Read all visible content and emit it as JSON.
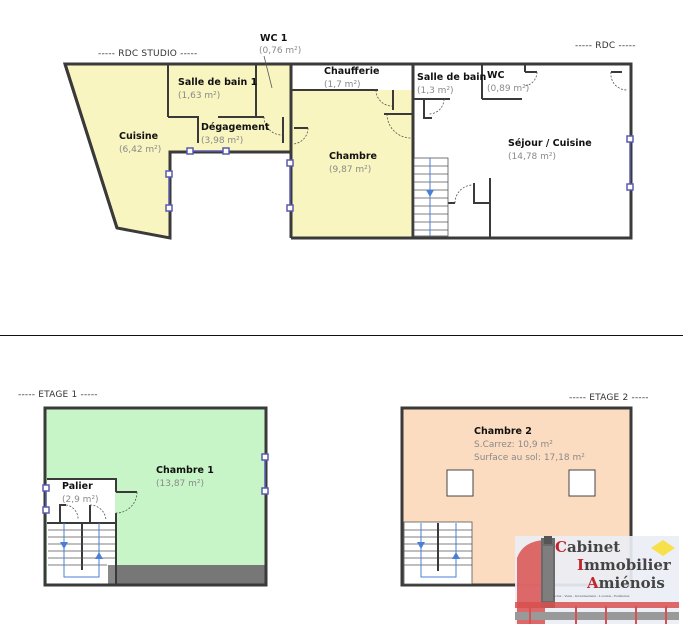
{
  "levels": {
    "rdc_studio": "----- RDC STUDIO -----",
    "rdc": "----- RDC -----",
    "etage1": "----- ETAGE 1 -----",
    "etage2": "----- ETAGE 2 -----"
  },
  "rooms": {
    "wc1": {
      "name": "WC 1",
      "area": "(0,76 m²)"
    },
    "sdb1": {
      "name": "Salle de bain 1",
      "area": "(1,63 m²)"
    },
    "cuisine": {
      "name": "Cuisine",
      "area": "(6,42 m²)"
    },
    "degagement": {
      "name": "Dégagement",
      "area": "(3,98 m²)"
    },
    "chaufferie": {
      "name": "Chaufferie",
      "area": "(1,7 m²)"
    },
    "chambre": {
      "name": "Chambre",
      "area": "(9,87 m²)"
    },
    "sdb": {
      "name": "Salle de bain",
      "area": "(1,3 m²)"
    },
    "wc": {
      "name": "WC",
      "area": "(0,89 m²)"
    },
    "sejour": {
      "name": "Séjour / Cuisine",
      "area": "(14,78 m²)"
    },
    "palier": {
      "name": "Palier",
      "area": "(2,9 m²)"
    },
    "chambre1": {
      "name": "Chambre 1",
      "area": "(13,87 m²)"
    },
    "chambre2": {
      "name": "Chambre 2",
      "carrez": "S.Carrez: 10,9 m²",
      "sol": "Surface au sol: 17,18 m²"
    }
  },
  "colors": {
    "studio_fill": "#f8f5c0",
    "etage1_fill": "#c8f5c8",
    "etage2_fill": "#fcdcc0",
    "wall": "#3a3a3a",
    "window": "#5a5ab0",
    "stair_arrow": "#4a7fd8",
    "brand_red": "#c0272d"
  },
  "logo": {
    "line1_cap": "C",
    "line1_rest": "abinet",
    "line2_cap": "I",
    "line2_rest": "mmobilier",
    "line3_cap": "A",
    "line3_rest": "miénois",
    "tagline": "Achat - Vente - Investissement - Location - Estimation"
  }
}
